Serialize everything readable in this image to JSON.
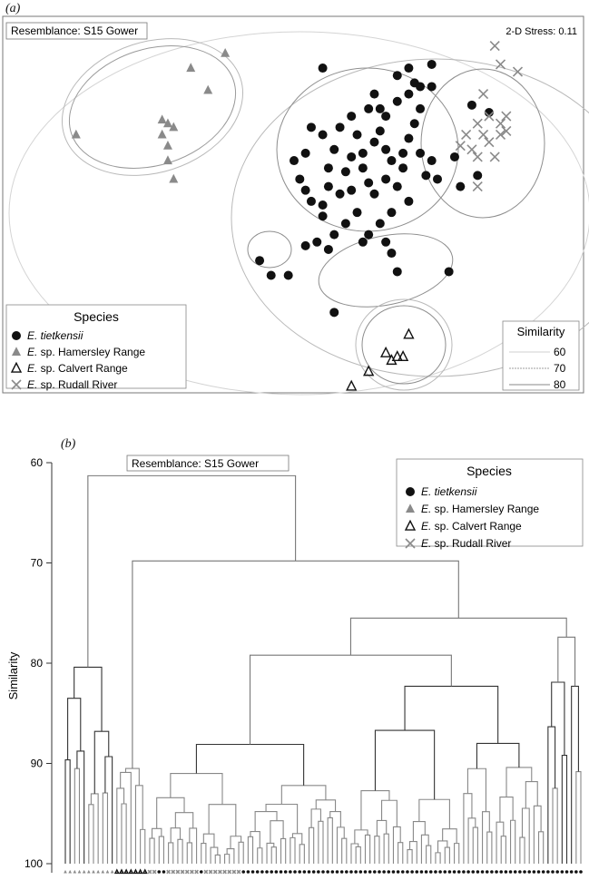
{
  "chart_data": [
    {
      "type": "scatter",
      "panel_label": "(a)",
      "title": "Resemblance: S15 Gower",
      "stress_text": "2-D Stress: 0.11",
      "legend": {
        "title": "Species",
        "placement": "bottom-left",
        "entries": [
          {
            "genus": "E.",
            "rest": " tietkensii",
            "rest_italic": true,
            "marker": "dot"
          },
          {
            "genus": "E.",
            "rest": " sp. Hamersley Range",
            "rest_italic": false,
            "marker": "tri"
          },
          {
            "genus": "E.",
            "rest": " sp. Calvert Range",
            "rest_italic": false,
            "marker": "tri-open"
          },
          {
            "genus": "E.",
            "rest": " sp. Rudall River",
            "rest_italic": false,
            "marker": "cross"
          }
        ]
      },
      "similarity_legend": {
        "title": "Similarity",
        "placement": "bottom-right",
        "levels": [
          "60",
          "70",
          "80"
        ]
      },
      "grid": false,
      "series": [
        {
          "name": "E. tietkensii",
          "marker": "dot",
          "points": [
            [
              0.55,
              0.13
            ],
            [
              0.6,
              0.26
            ],
            [
              0.63,
              0.24
            ],
            [
              0.64,
              0.2
            ],
            [
              0.68,
              0.22
            ],
            [
              0.7,
              0.2
            ],
            [
              0.71,
              0.17
            ],
            [
              0.72,
              0.18
            ],
            [
              0.74,
              0.18
            ],
            [
              0.68,
              0.15
            ],
            [
              0.7,
              0.13
            ],
            [
              0.74,
              0.12
            ],
            [
              0.66,
              0.26
            ],
            [
              0.65,
              0.3
            ],
            [
              0.64,
              0.33
            ],
            [
              0.66,
              0.35
            ],
            [
              0.61,
              0.31
            ],
            [
              0.62,
              0.36
            ],
            [
              0.57,
              0.35
            ],
            [
              0.55,
              0.31
            ],
            [
              0.53,
              0.29
            ],
            [
              0.52,
              0.36
            ],
            [
              0.5,
              0.38
            ],
            [
              0.51,
              0.43
            ],
            [
              0.52,
              0.46
            ],
            [
              0.53,
              0.49
            ],
            [
              0.55,
              0.5
            ],
            [
              0.56,
              0.45
            ],
            [
              0.58,
              0.47
            ],
            [
              0.59,
              0.41
            ],
            [
              0.6,
              0.46
            ],
            [
              0.62,
              0.4
            ],
            [
              0.63,
              0.44
            ],
            [
              0.64,
              0.47
            ],
            [
              0.66,
              0.43
            ],
            [
              0.68,
              0.45
            ],
            [
              0.67,
              0.38
            ],
            [
              0.69,
              0.36
            ],
            [
              0.7,
              0.32
            ],
            [
              0.71,
              0.28
            ],
            [
              0.72,
              0.36
            ],
            [
              0.74,
              0.38
            ],
            [
              0.73,
              0.42
            ],
            [
              0.7,
              0.49
            ],
            [
              0.67,
              0.52
            ],
            [
              0.65,
              0.55
            ],
            [
              0.63,
              0.58
            ],
            [
              0.61,
              0.52
            ],
            [
              0.59,
              0.55
            ],
            [
              0.57,
              0.58
            ],
            [
              0.55,
              0.53
            ],
            [
              0.54,
              0.6
            ],
            [
              0.52,
              0.61
            ],
            [
              0.56,
              0.4
            ],
            [
              0.66,
              0.6
            ],
            [
              0.67,
              0.63
            ],
            [
              0.68,
              0.68
            ],
            [
              0.44,
              0.65
            ],
            [
              0.46,
              0.69
            ],
            [
              0.49,
              0.69
            ],
            [
              0.81,
              0.23
            ],
            [
              0.84,
              0.25
            ],
            [
              0.78,
              0.37
            ],
            [
              0.79,
              0.45
            ],
            [
              0.82,
              0.42
            ],
            [
              0.77,
              0.68
            ],
            [
              0.57,
              0.79
            ],
            [
              0.65,
              0.24
            ],
            [
              0.58,
              0.29
            ],
            [
              0.6,
              0.37
            ],
            [
              0.69,
              0.4
            ],
            [
              0.56,
              0.62
            ],
            [
              0.62,
              0.6
            ],
            [
              0.75,
              0.43
            ],
            [
              0.72,
              0.24
            ]
          ]
        },
        {
          "name": "E. sp. Hamersley Range",
          "marker": "tri",
          "points": [
            [
              0.12,
              0.31
            ],
            [
              0.27,
              0.27
            ],
            [
              0.27,
              0.31
            ],
            [
              0.28,
              0.34
            ],
            [
              0.28,
              0.28
            ],
            [
              0.28,
              0.38
            ],
            [
              0.29,
              0.43
            ],
            [
              0.29,
              0.29
            ],
            [
              0.32,
              0.13
            ],
            [
              0.35,
              0.19
            ],
            [
              0.38,
              0.09
            ]
          ]
        },
        {
          "name": "E. sp. Calvert Range",
          "marker": "tri-open",
          "points": [
            [
              0.7,
              0.85
            ],
            [
              0.66,
              0.9
            ],
            [
              0.68,
              0.91
            ],
            [
              0.69,
              0.91
            ],
            [
              0.67,
              0.92
            ],
            [
              0.63,
              0.95
            ],
            [
              0.6,
              0.99
            ]
          ]
        },
        {
          "name": "E. sp. Rudall River",
          "marker": "cross",
          "points": [
            [
              0.85,
              0.07
            ],
            [
              0.86,
              0.12
            ],
            [
              0.89,
              0.14
            ],
            [
              0.82,
              0.28
            ],
            [
              0.83,
              0.31
            ],
            [
              0.84,
              0.33
            ],
            [
              0.8,
              0.31
            ],
            [
              0.82,
              0.37
            ],
            [
              0.85,
              0.37
            ],
            [
              0.86,
              0.28
            ],
            [
              0.86,
              0.31
            ],
            [
              0.87,
              0.3
            ],
            [
              0.84,
              0.26
            ],
            [
              0.83,
              0.2
            ],
            [
              0.79,
              0.34
            ],
            [
              0.81,
              0.35
            ],
            [
              0.82,
              0.45
            ],
            [
              0.87,
              0.26
            ]
          ]
        }
      ]
    },
    {
      "type": "dendrogram",
      "panel_label": "(b)",
      "title": "Resemblance: S15 Gower",
      "ylabel": "Similarity",
      "xlabel": "",
      "ylim": [
        60,
        100
      ],
      "yticks": [
        "60",
        "70",
        "80",
        "90",
        "100"
      ],
      "ytick_values": [
        60,
        70,
        80,
        90,
        100
      ],
      "legend": {
        "title": "Species",
        "placement": "top-right",
        "entries": [
          {
            "genus": "E.",
            "rest": " tietkensii",
            "rest_italic": true,
            "marker": "dot"
          },
          {
            "genus": "E.",
            "rest": " sp. Hamersley Range",
            "rest_italic": false,
            "marker": "tri"
          },
          {
            "genus": "E.",
            "rest": " sp. Calvert Range",
            "rest_italic": false,
            "marker": "tri-open"
          },
          {
            "genus": "E.",
            "rest": " sp. Rudall River",
            "rest_italic": false,
            "marker": "cross"
          }
        ]
      },
      "major_merges": [
        61.3,
        69.8,
        75.5,
        77.4,
        79.2,
        80.4,
        81.9,
        82.3,
        83.5,
        86.8,
        88.1,
        90.5
      ],
      "leaf_markers": [
        "tri",
        "tri",
        "tri",
        "tri",
        "tri",
        "tri",
        "tri",
        "tri",
        "tri",
        "tri",
        "tri",
        "tri-open",
        "tri-open",
        "tri-open",
        "tri-open",
        "tri-open",
        "tri-open",
        "tri-open",
        "cross",
        "cross",
        "dot",
        "dot",
        "cross",
        "cross",
        "cross",
        "cross",
        "cross",
        "cross",
        "cross",
        "dot",
        "cross",
        "cross",
        "cross",
        "cross",
        "cross",
        "cross",
        "cross",
        "cross",
        "dot",
        "dot",
        "dot",
        "dot",
        "dot",
        "dot",
        "dot",
        "dot",
        "dot",
        "dot",
        "dot",
        "dot",
        "dot",
        "dot",
        "dot",
        "dot",
        "dot",
        "dot",
        "dot",
        "dot",
        "dot",
        "dot",
        "dot",
        "dot",
        "dot",
        "dot",
        "dot",
        "dot",
        "dot",
        "dot",
        "dot",
        "dot",
        "dot",
        "dot",
        "dot",
        "dot",
        "dot",
        "dot",
        "dot",
        "dot",
        "dot",
        "dot",
        "dot",
        "dot",
        "dot",
        "dot",
        "dot",
        "dot",
        "dot",
        "dot",
        "dot",
        "dot",
        "dot",
        "dot",
        "dot",
        "dot",
        "dot",
        "dot",
        "dot",
        "dot",
        "dot",
        "dot",
        "dot",
        "dot",
        "dot",
        "dot",
        "dot",
        "dot",
        "dot",
        "dot",
        "dot",
        "dot",
        "dot"
      ]
    }
  ]
}
